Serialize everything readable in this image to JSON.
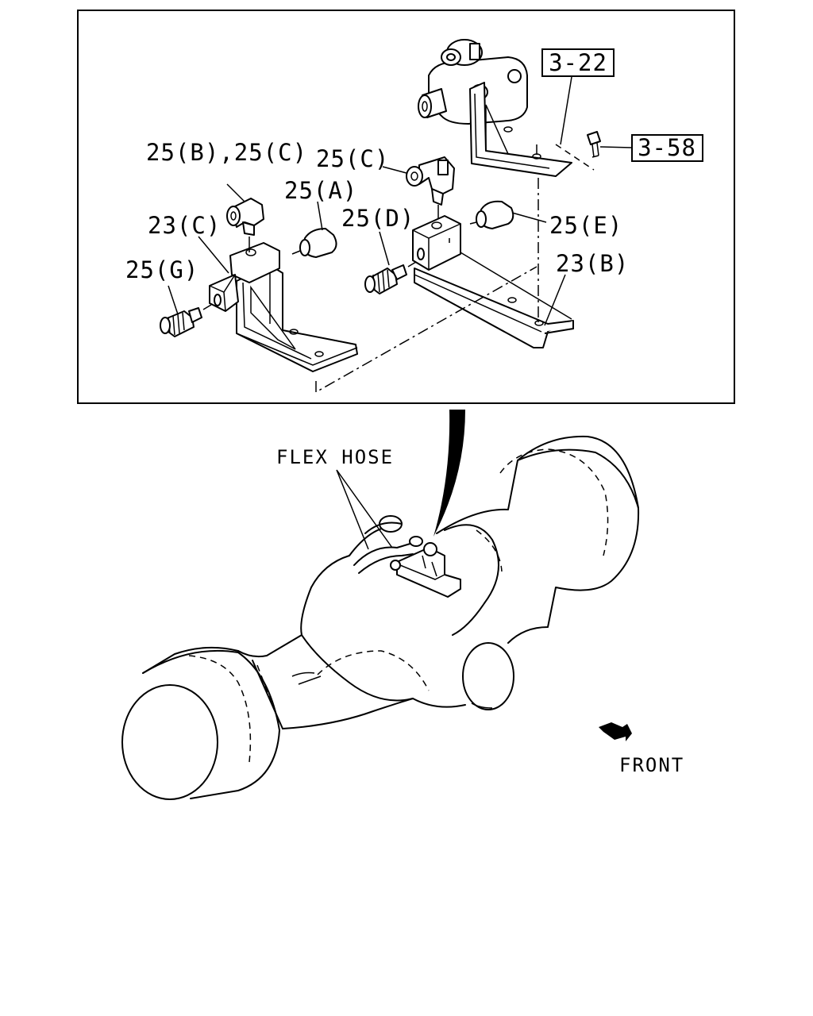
{
  "labels": {
    "ref_3_22": "3-22",
    "ref_3_58": "3-58",
    "part_25bc": "25(B),25(C)",
    "part_25c": "25(C)",
    "part_25a": "25(A)",
    "part_25d": "25(D)",
    "part_25e": "25(E)",
    "part_23c": "23(C)",
    "part_25g": "25(G)",
    "part_23b": "23(B)",
    "flex_hose": "FLEX HOSE",
    "front": "FRONT"
  }
}
